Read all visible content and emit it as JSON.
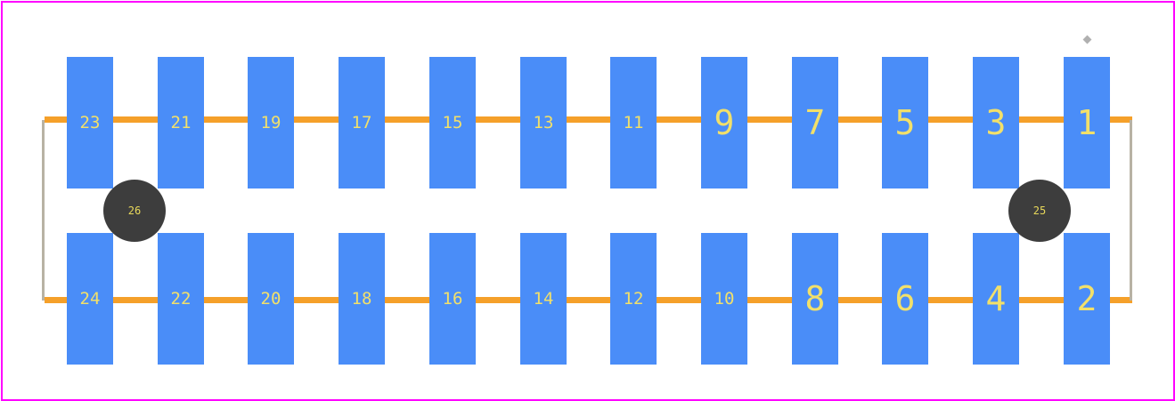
{
  "colors": {
    "outline": "#ff00ff",
    "pad": "#4a8df8",
    "rail": "#f5a02a",
    "side_line": "#b8b2a4",
    "hole": "#3d3d3d",
    "pad_text": "#f2e06a",
    "marker": "#b0b0b0"
  },
  "pads": {
    "top": [
      "23",
      "21",
      "19",
      "17",
      "15",
      "13",
      "11",
      "9",
      "7",
      "5",
      "3",
      "1"
    ],
    "bottom": [
      "24",
      "22",
      "20",
      "18",
      "16",
      "14",
      "12",
      "10",
      "8",
      "6",
      "4",
      "2"
    ]
  },
  "holes": {
    "left": "26",
    "right": "25"
  },
  "icons": {
    "pin1": "pin1-marker-icon"
  }
}
